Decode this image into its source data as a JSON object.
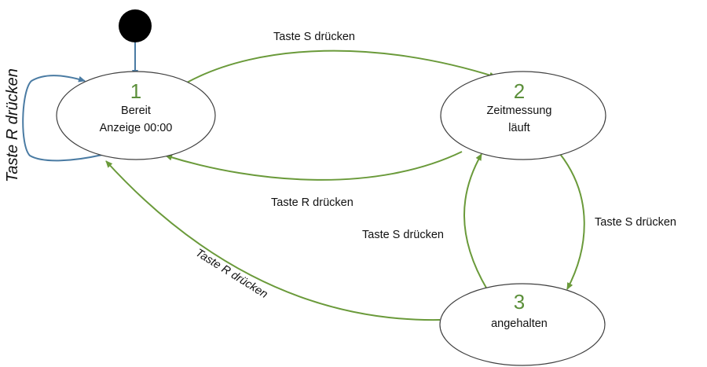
{
  "diagram": {
    "colors": {
      "accent_green": "#5b8f3a",
      "edge_green": "#6a9a3a",
      "edge_blue": "#4a7ba3",
      "state_border": "#404040"
    },
    "states": [
      {
        "number": "1",
        "line1": "Bereit",
        "line2": "Anzeige 00:00"
      },
      {
        "number": "2",
        "line1": "Zeitmessung",
        "line2": "läuft"
      },
      {
        "number": "3",
        "line1": "angehalten",
        "line2": ""
      }
    ],
    "transitions": [
      {
        "from": "1",
        "to": "2",
        "label": "Taste S drücken"
      },
      {
        "from": "2",
        "to": "1",
        "label": "Taste R drücken"
      },
      {
        "from": "2",
        "to": "3",
        "label": "Taste S drücken"
      },
      {
        "from": "3",
        "to": "2",
        "label": "Taste S drücken"
      },
      {
        "from": "3",
        "to": "1",
        "label": "Taste R drücken"
      },
      {
        "from": "1",
        "to": "1",
        "label": "Taste R drücken"
      }
    ]
  }
}
